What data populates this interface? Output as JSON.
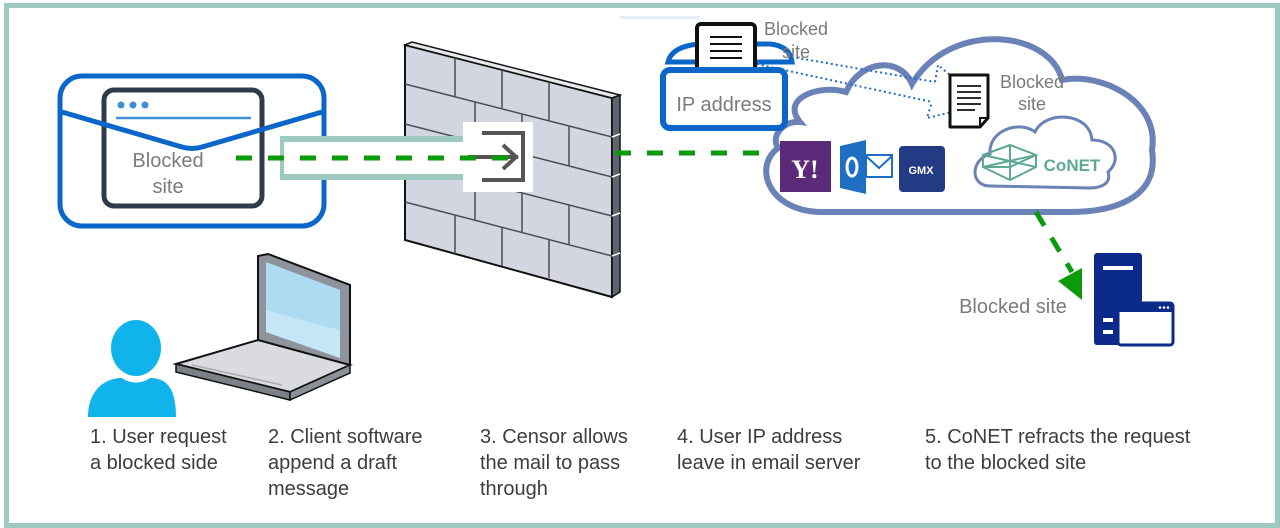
{
  "diagram": {
    "email_envelope": {
      "label_line1": "Blocked",
      "label_line2": "site"
    },
    "cloud_document": {
      "label_line1": "Blocked",
      "label_line2": "site"
    },
    "ip_envelope": {
      "label": "IP address",
      "doc_label_line1": "Blocked",
      "doc_label_line2": "site"
    },
    "email_providers": [
      {
        "name": "Yahoo",
        "glyph": "Y!",
        "color": "#5b2a78"
      },
      {
        "name": "Outlook",
        "glyph": "O",
        "color": "#1e6fc1"
      },
      {
        "name": "GMX",
        "glyph": "GMX",
        "color": "#233a84"
      }
    ],
    "conet": {
      "label": "CoNET",
      "color": "#5ea994"
    },
    "server": {
      "label": "Blocked site",
      "color": "#0b2a8a"
    },
    "colors": {
      "frame": "#9ccac0",
      "envelope": "#0a66c8",
      "flow_arrow": "#0a9a0a",
      "cloud": "#6a82b7",
      "user": "#10b4ea"
    }
  },
  "steps": [
    {
      "text": "1. User request\na blocked side"
    },
    {
      "text": "2. Client software\nappend a draft\nmessage"
    },
    {
      "text": "3. Censor allows\nthe mail to pass\nthrough"
    },
    {
      "text": "4. User IP address\nleave in email server"
    },
    {
      "text": "5.  CoNET refracts the request\nto the blocked site"
    }
  ]
}
